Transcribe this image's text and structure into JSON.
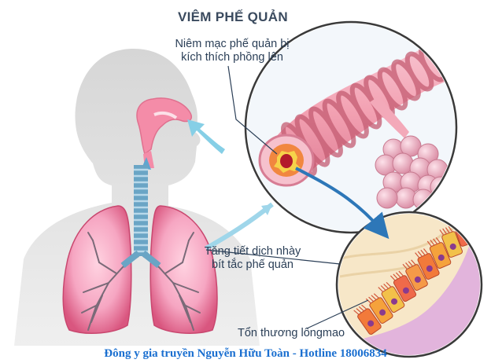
{
  "title": "VIÊM PHẾ QUẢN",
  "labels": {
    "mucosa": [
      "Niêm mạc phế quản bị",
      "kích thích phồng lên"
    ],
    "mucus": [
      "Tăng tiết dịch nhày",
      "bít tắc phế quản"
    ],
    "cilia": "Tổn thương lôngmao"
  },
  "footer": "Đông y gia truyền Nguyễn Hữu Toàn - Hotline 18006834",
  "colors": {
    "silhouette": "#d8d8d8",
    "lung": "#f2a2bf",
    "airway": "#f48ca8",
    "trachea": "#6aa5c5",
    "arrow_blue": "#2d77b8",
    "footer": "#1a6fd0"
  }
}
